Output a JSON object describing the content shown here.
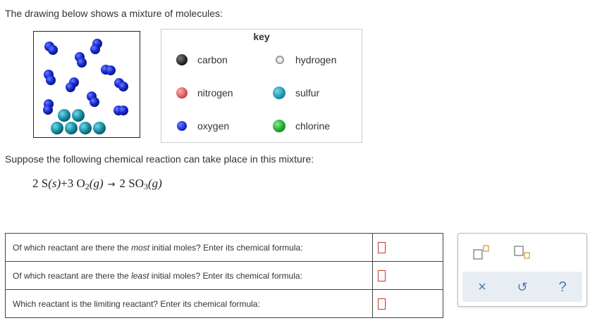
{
  "intro_text": "The drawing below shows a mixture of molecules:",
  "key": {
    "title": "key",
    "items": [
      {
        "label": "carbon",
        "color": "#222222",
        "icon": "carbon-dot-icon"
      },
      {
        "label": "hydrogen",
        "color": "#d9d9d9",
        "icon": "hydrogen-dot-icon"
      },
      {
        "label": "nitrogen",
        "color": "#e05a5a",
        "icon": "nitrogen-dot-icon"
      },
      {
        "label": "sulfur",
        "color": "#1e9ab0",
        "icon": "sulfur-dot-icon"
      },
      {
        "label": "oxygen",
        "color": "#1a2fd8",
        "icon": "oxygen-dot-icon"
      },
      {
        "label": "chlorine",
        "color": "#1ea82a",
        "icon": "chlorine-dot-icon"
      }
    ]
  },
  "reaction_text": "Suppose the following chemical reaction can take place in this mixture:",
  "equation": {
    "t1": "2 S",
    "t2": "(s)",
    "t3": "+3 O",
    "t4": "2",
    "t5": "(g)",
    "arrow": "→",
    "t6": "2 SO",
    "t7": "3",
    "t8": "(g)"
  },
  "questions": [
    {
      "pre": "Of which reactant are there the ",
      "em": "most",
      "post": " initial moles? Enter its chemical formula:"
    },
    {
      "pre": "Of which reactant are there the ",
      "em": "least",
      "post": " initial moles? Enter its chemical formula:"
    },
    {
      "pre": "Which reactant is the limiting reactant? Enter its chemical formula:",
      "em": "",
      "post": ""
    }
  ],
  "toolbar": {
    "icons": [
      "superscript-icon",
      "subscript-icon",
      "clear-icon",
      "undo-icon",
      "help-icon"
    ],
    "clear_label": "×",
    "undo_label": "↺",
    "help_label": "?"
  },
  "colors": {
    "oxygen": "#1a2fd8",
    "sulfur": "#1e9ab0",
    "accent": "#4a7ab0",
    "answer_box": "#c0392b"
  }
}
